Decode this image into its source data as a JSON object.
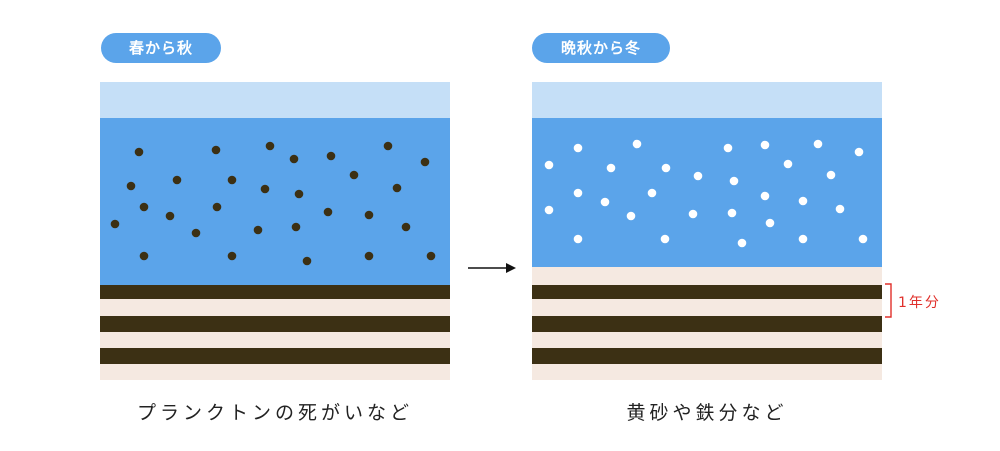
{
  "left_panel": {
    "badge": "春から秋",
    "caption": "プランクトンの死がいなど"
  },
  "right_panel": {
    "badge": "晩秋から冬",
    "caption": "黄砂や鉄分など"
  },
  "annotation": {
    "layer_label": "1年分"
  },
  "colors": {
    "badge": "#5ba4ea",
    "sky": "#c5dff7",
    "water": "#5ba4ea",
    "dark_layer": "#3c3014",
    "light_layer": "#f5e9e1",
    "dark_particle": "#3c3014",
    "light_particle": "#ffffff",
    "annotation": "#e0302b"
  }
}
